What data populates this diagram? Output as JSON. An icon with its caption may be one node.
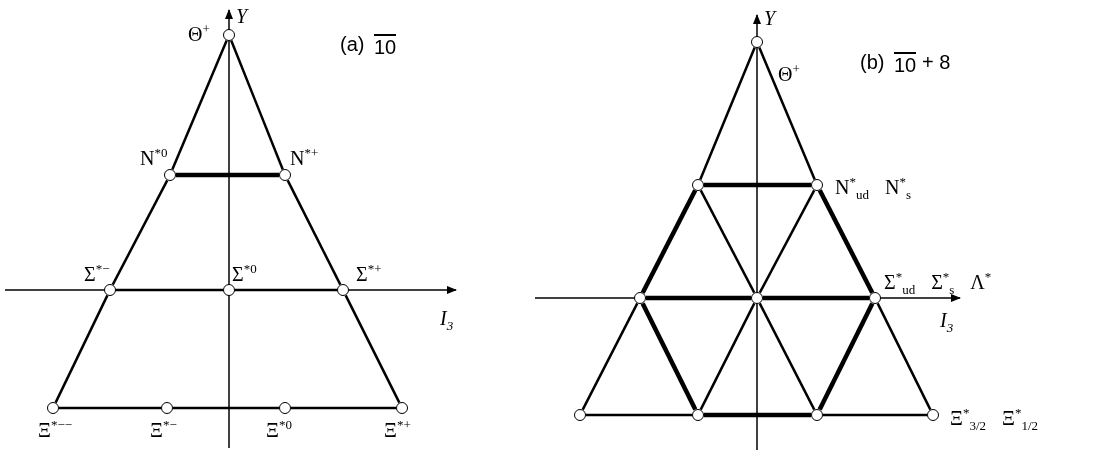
{
  "diagram": {
    "nodes": [
      {
        "text": [],
        "shape": "circle",
        "beside": [
          "Θ$^{+}$"
        ]
      },
      {
        "text": [],
        "shape": "circle",
        "beside": [
          "N$^{*0}$"
        ]
      },
      {
        "text": [],
        "shape": "circle",
        "beside": [
          "N$^{*+}$"
        ]
      },
      {
        "text": [],
        "shape": "circle",
        "beside": [
          "Σ$^{*−}$"
        ]
      },
      {
        "text": [],
        "shape": "circle",
        "beside": [
          "Σ$^{*0}$"
        ]
      },
      {
        "text": [],
        "shape": "circle",
        "beside": [
          "Σ$^{*+}$"
        ]
      },
      {
        "text": [],
        "shape": "circle",
        "beside": [
          "Ξ$^{*−−}$"
        ]
      },
      {
        "text": [],
        "shape": "circle",
        "beside": [
          "Ξ$^{*−}$"
        ]
      },
      {
        "text": [],
        "shape": "circle",
        "beside": [
          "Ξ$^{*0}$"
        ]
      },
      {
        "text": [],
        "shape": "circle",
        "beside": [
          "Ξ$^{*+}$"
        ]
      },
      {
        "text": [],
        "shape": "circle",
        "beside": [
          "Θ$^{+}$"
        ]
      },
      {
        "text": [],
        "shape": "circle"
      },
      {
        "text": [],
        "shape": "circle",
        "beside": [
          "N$^{*}$$_{ud}$",
          "N$^{*}$$_{s}$"
        ]
      },
      {
        "text": [],
        "shape": "circle"
      },
      {
        "text": [],
        "shape": "circle"
      },
      {
        "text": [],
        "shape": "circle",
        "beside": [
          "Σ$^{*}$$_{ud}$",
          "Σ$^{*}$$_{s}$",
          "Λ$^{*}$"
        ]
      },
      {
        "text": [],
        "shape": "circle"
      },
      {
        "text": [],
        "shape": "circle"
      },
      {
        "text": [],
        "shape": "circle"
      },
      {
        "text": [],
        "shape": "circle",
        "beside": [
          "Ξ$^{*}$$_{3/2}$",
          "Ξ$^{*}$$_{1/2}$"
        ]
      }
    ],
    "edges": [
      {
        "from": 0,
        "to": 1,
        "arrow": "none"
      },
      {
        "from": 0,
        "to": 2,
        "arrow": "none"
      },
      {
        "from": 1,
        "to": 2,
        "arrow": "none",
        "style": "thick"
      },
      {
        "from": 1,
        "to": 3,
        "arrow": "none"
      },
      {
        "from": 2,
        "to": 5,
        "arrow": "none"
      },
      {
        "from": 3,
        "to": 4,
        "arrow": "none"
      },
      {
        "from": 4,
        "to": 5,
        "arrow": "none"
      },
      {
        "from": 3,
        "to": 6,
        "arrow": "none"
      },
      {
        "from": 5,
        "to": 9,
        "arrow": "none"
      },
      {
        "from": 6,
        "to": 7,
        "arrow": "none"
      },
      {
        "from": 7,
        "to": 8,
        "arrow": "none"
      },
      {
        "from": 8,
        "to": 9,
        "arrow": "none"
      },
      {
        "from": 10,
        "to": 11,
        "arrow": "none"
      },
      {
        "from": 10,
        "to": 12,
        "arrow": "none"
      },
      {
        "from": 11,
        "to": 12,
        "arrow": "none",
        "style": "thick"
      },
      {
        "from": 11,
        "to": 13,
        "arrow": "none",
        "style": "thick"
      },
      {
        "from": 11,
        "to": 14,
        "arrow": "none"
      },
      {
        "from": 12,
        "to": 14,
        "arrow": "none"
      },
      {
        "from": 12,
        "to": 15,
        "arrow": "none",
        "style": "thick"
      },
      {
        "from": 13,
        "to": 14,
        "arrow": "none",
        "style": "thick"
      },
      {
        "from": 14,
        "to": 15,
        "arrow": "none",
        "style": "thick"
      },
      {
        "from": 13,
        "to": 16,
        "arrow": "none"
      },
      {
        "from": 13,
        "to": 17,
        "arrow": "none",
        "style": "thick"
      },
      {
        "from": 14,
        "to": 17,
        "arrow": "none"
      },
      {
        "from": 14,
        "to": 18,
        "arrow": "none"
      },
      {
        "from": 15,
        "to": 18,
        "arrow": "none",
        "style": "thick"
      },
      {
        "from": 15,
        "to": 19,
        "arrow": "none"
      },
      {
        "from": 16,
        "to": 17,
        "arrow": "none"
      },
      {
        "from": 17,
        "to": 18,
        "arrow": "none",
        "style": "thick"
      },
      {
        "from": 18,
        "to": 19,
        "arrow": "none"
      }
    ],
    "labels": [
      "Y",
      "(a)",
      "10",
      "I$_{3}$",
      "Y",
      "(b)",
      "10",
      "+ 8",
      "I$_{3}$"
    ]
  }
}
